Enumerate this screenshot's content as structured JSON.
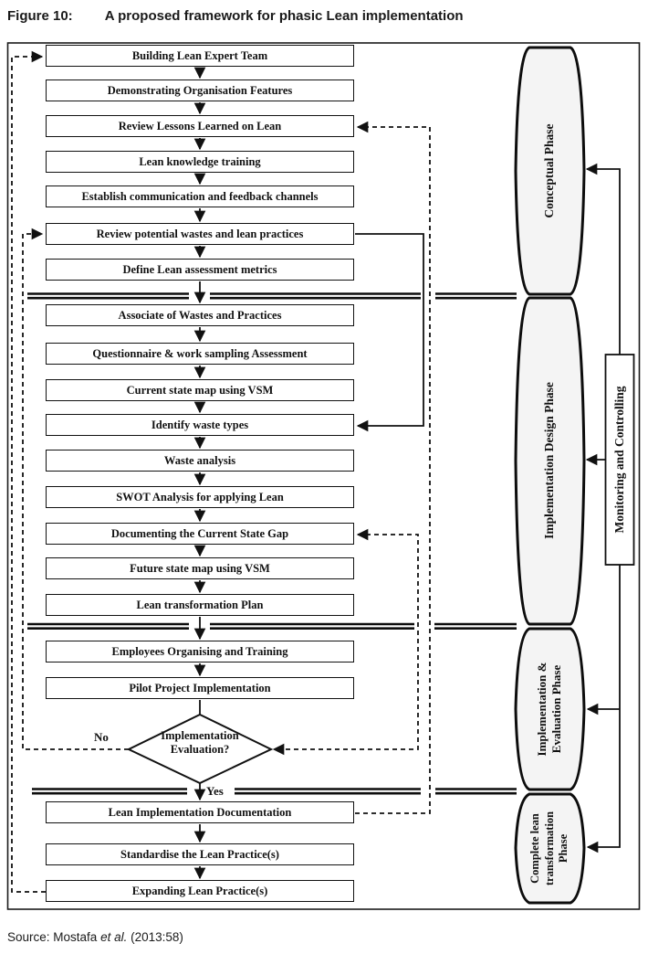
{
  "figure": {
    "label": "Figure 10:",
    "title": "A proposed framework for phasic Lean implementation",
    "source_prefix": "Source: Mostafa ",
    "source_italic": "et al.",
    "source_suffix": " (2013:58)"
  },
  "flowchart": {
    "boxes": [
      {
        "label": "Building Lean Expert Team"
      },
      {
        "label": "Demonstrating Organisation Features"
      },
      {
        "label": "Review Lessons Learned on Lean"
      },
      {
        "label": "Lean knowledge training"
      },
      {
        "label": "Establish communication and feedback channels"
      },
      {
        "label": "Review potential wastes and lean practices"
      },
      {
        "label": "Define Lean assessment metrics"
      },
      {
        "label": "Associate of Wastes and Practices"
      },
      {
        "label": "Questionnaire & work sampling Assessment"
      },
      {
        "label": "Current state map using VSM"
      },
      {
        "label": "Identify waste types"
      },
      {
        "label": "Waste analysis"
      },
      {
        "label": "SWOT Analysis for applying Lean"
      },
      {
        "label": "Documenting the Current State Gap"
      },
      {
        "label": "Future state map using VSM"
      },
      {
        "label": "Lean transformation Plan"
      },
      {
        "label": "Employees Organising and Training"
      },
      {
        "label": "Pilot Project Implementation"
      },
      {
        "label": "Lean Implementation Documentation"
      },
      {
        "label": "Standardise the Lean Practice(s)"
      },
      {
        "label": "Expanding Lean Practice(s)"
      }
    ],
    "decision": {
      "lines": [
        "Implementation",
        "Evaluation?"
      ]
    },
    "branch_labels": {
      "no": "No",
      "yes": "Yes"
    }
  },
  "phases": [
    {
      "lines": [
        "Conceptual Phase"
      ]
    },
    {
      "lines": [
        "Implementation Design Phase"
      ]
    },
    {
      "lines": [
        "Implementation &",
        "Evaluation Phase"
      ]
    },
    {
      "lines": [
        "Complete lean",
        "transformation Phase"
      ]
    }
  ],
  "monitoring": {
    "label": "Monitoring and Controlling"
  },
  "colors": {
    "line": "#111111",
    "phase_fill": "#f4f4f4",
    "background": "#ffffff"
  }
}
